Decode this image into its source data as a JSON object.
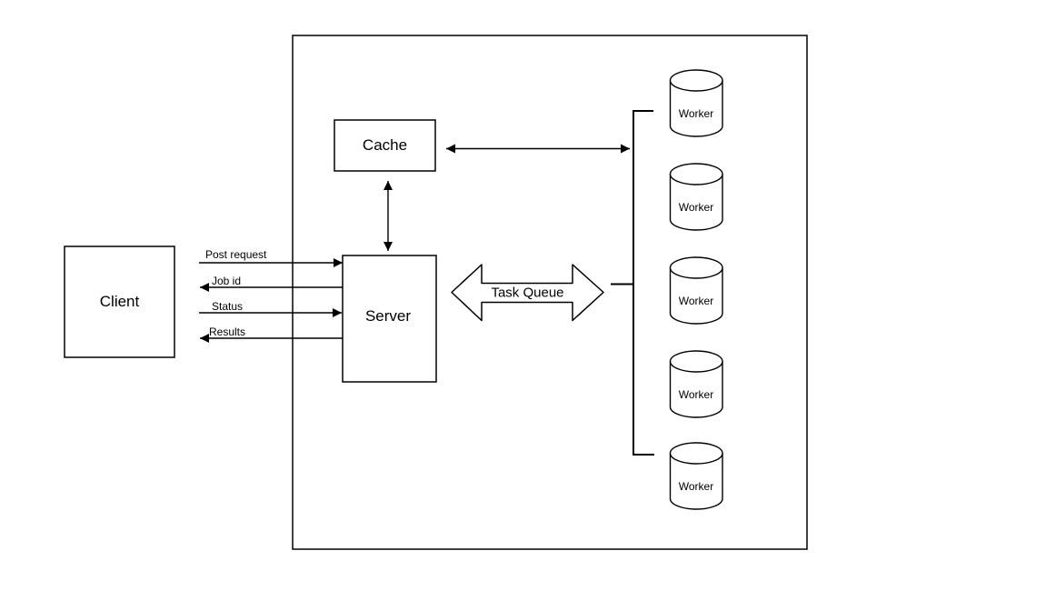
{
  "colors": {
    "line": "#000000",
    "text": "#000000",
    "background": "#ffffff"
  },
  "nodes": {
    "client": "Client",
    "cache": "Cache",
    "server": "Server",
    "task_queue": "Task Queue",
    "workers": [
      {
        "label": "Worker"
      },
      {
        "label": "Worker"
      },
      {
        "label": "Worker"
      },
      {
        "label": "Worker"
      },
      {
        "label": "Worker"
      }
    ]
  },
  "edge_labels": {
    "post_request": "Post request",
    "job_id": "Job id",
    "status": "Status",
    "results": "Results"
  }
}
